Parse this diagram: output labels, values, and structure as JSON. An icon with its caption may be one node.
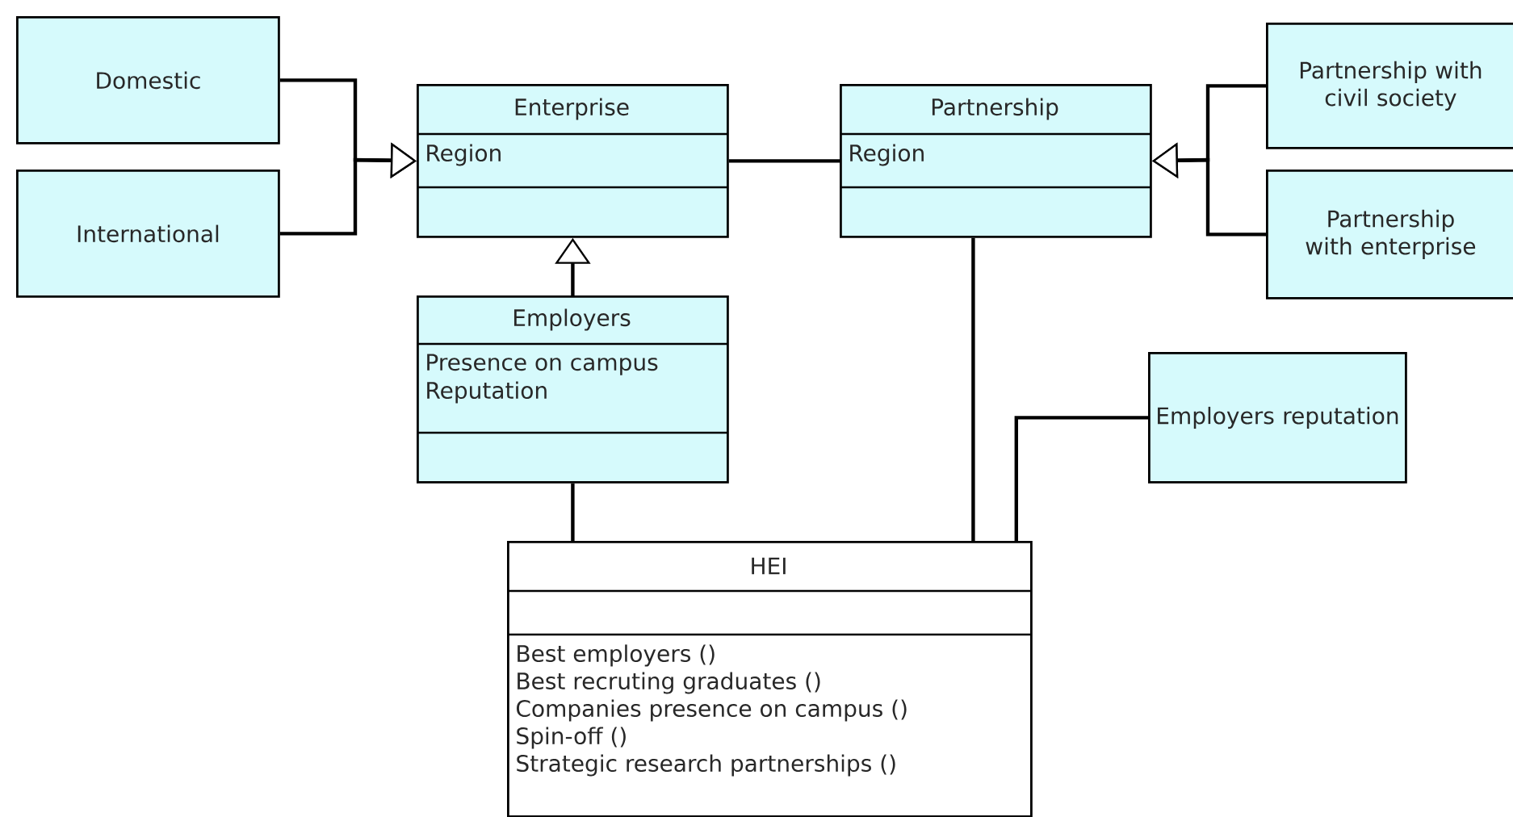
{
  "diagram": {
    "nodes": [
      {
        "text": [
          "Domestic"
        ]
      },
      {
        "text": [
          "International"
        ]
      },
      {
        "text": [
          "Enterprise",
          "Region"
        ]
      },
      {
        "text": [
          "Partnership",
          "Region"
        ]
      },
      {
        "text": [
          "Partnership with civil society"
        ]
      },
      {
        "text": [
          "Partnership with enterprise"
        ]
      },
      {
        "text": [
          "Employers",
          "Presence on campus",
          "Reputation"
        ]
      },
      {
        "text": [
          "Employers reputation"
        ]
      },
      {
        "text": [
          "HEI",
          "Best employers ()",
          "Best recruting graduates ()",
          "Companies presence on campus ()",
          "Spin-off ()",
          "Strategic research partnerships ()"
        ]
      }
    ],
    "edges": [
      {
        "from": 0,
        "to": 2,
        "arrow": "to"
      },
      {
        "from": 1,
        "to": 2,
        "arrow": "to"
      },
      {
        "from": 6,
        "to": 2,
        "arrow": "to"
      },
      {
        "from": 2,
        "to": 3,
        "arrow": "none"
      },
      {
        "from": 4,
        "to": 3,
        "arrow": "to"
      },
      {
        "from": 5,
        "to": 3,
        "arrow": "to"
      },
      {
        "from": 6,
        "to": 8,
        "arrow": "none"
      },
      {
        "from": 3,
        "to": 8,
        "arrow": "none"
      },
      {
        "from": 7,
        "to": 8,
        "arrow": "none"
      }
    ]
  }
}
